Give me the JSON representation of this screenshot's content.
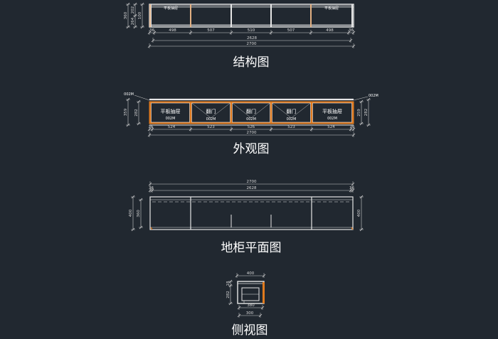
{
  "colors": {
    "background": "#212830",
    "panel": "#e6e6e6",
    "accent": "#e07a1e",
    "dim_line": "#cfcfcf",
    "dim_text": "#d8d8d8",
    "caption": "#ffffff"
  },
  "structure_view": {
    "caption": "结构图",
    "top_label_left": "平板抽屉",
    "top_label_right": "平板抽屉",
    "height_dims": [
      "360",
      "202",
      "264",
      "100"
    ],
    "edge_dim_left": "36",
    "edge_dim_right": "36",
    "segment_dims": [
      "498",
      "507",
      "510",
      "507",
      "498"
    ],
    "inner_total": "2628",
    "outer_total": "2700"
  },
  "front_view": {
    "caption": "外观图",
    "drawer_label": "平板抽屉",
    "door_label": "翻门",
    "panel_code": "002M",
    "corner_code_left": "002M",
    "corner_code_right": "002M",
    "height_dims_left": [
      "359",
      "282"
    ],
    "height_dims_right": [
      "259",
      "282"
    ],
    "edge_dim_left": "36",
    "edge_dim_right": "36",
    "segment_dims": [
      "524",
      "523",
      "526",
      "523",
      "524"
    ],
    "outer_total": "2700"
  },
  "plan_view": {
    "caption": "地柜平面图",
    "outer_total": "2700",
    "inner_total": "2628",
    "edge_dim_left": "36",
    "edge_dim_right": "36",
    "depth_outer": "400",
    "depth_inner": "360",
    "depth_right": "400"
  },
  "side_view": {
    "caption": "侧视图",
    "top_dim": "400",
    "height_dims": [
      "18",
      "282"
    ],
    "bottom_dim_inner": "380",
    "bottom_dim_outer": "300"
  }
}
